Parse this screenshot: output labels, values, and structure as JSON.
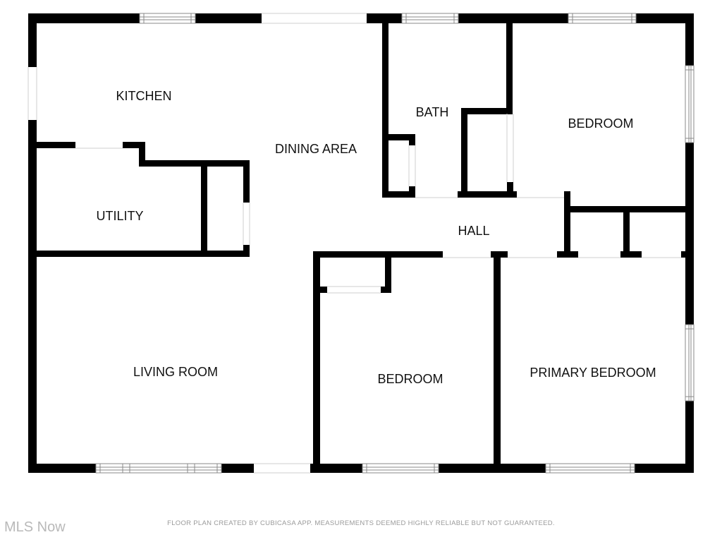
{
  "rooms": {
    "kitchen": "KITCHEN",
    "dining_area": "DINING AREA",
    "bath": "BATH",
    "bedroom_top": "BEDROOM",
    "utility": "UTILITY",
    "hall": "HALL",
    "living_room": "LIVING ROOM",
    "bedroom_middle": "BEDROOM",
    "primary_bedroom": "PRIMARY BEDROOM"
  },
  "footer": {
    "disclaimer": "FLOOR PLAN CREATED BY CUBICASA APP. MEASUREMENTS DEEMED HIGHLY RELIABLE BUT NOT GUARANTEED.",
    "watermark": "MLS Now"
  },
  "colors": {
    "wall": "#000000",
    "background": "#ffffff",
    "window_line": "#888888",
    "footer_text": "#9a9a9a",
    "watermark_text": "#b9b9b9"
  }
}
